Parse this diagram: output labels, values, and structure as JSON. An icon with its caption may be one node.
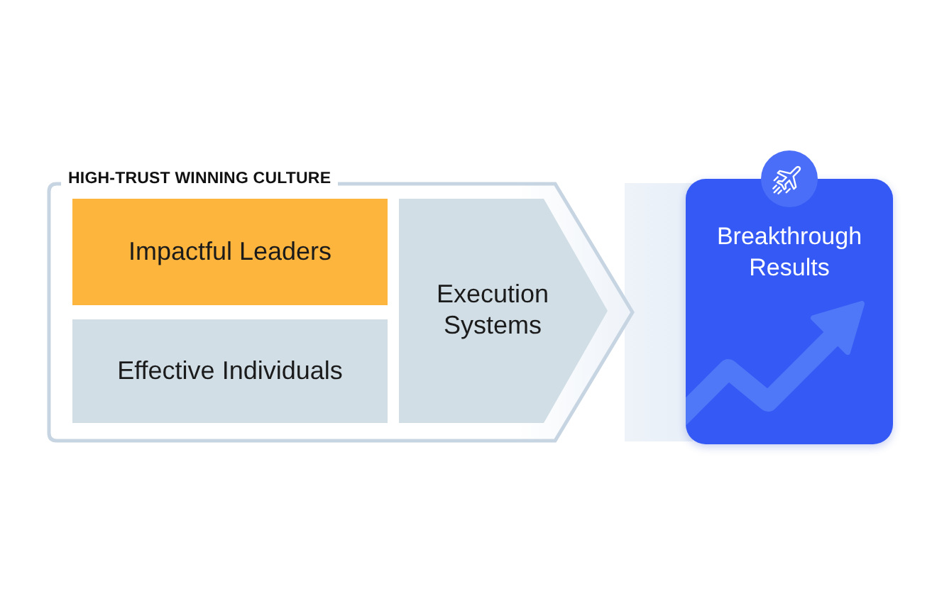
{
  "diagram": {
    "nodes": [
      {
        "text": [
          "HIGH-TRUST WINNING CULTURE"
        ]
      },
      {
        "text": [
          "Impactful Leaders"
        ],
        "in": 0
      },
      {
        "text": [
          "Effective Individuals"
        ],
        "in": 0
      },
      {
        "text": [
          "Execution Systems"
        ],
        "in": 0
      },
      {
        "text": [
          "Breakthrough Results"
        ]
      }
    ]
  }
}
